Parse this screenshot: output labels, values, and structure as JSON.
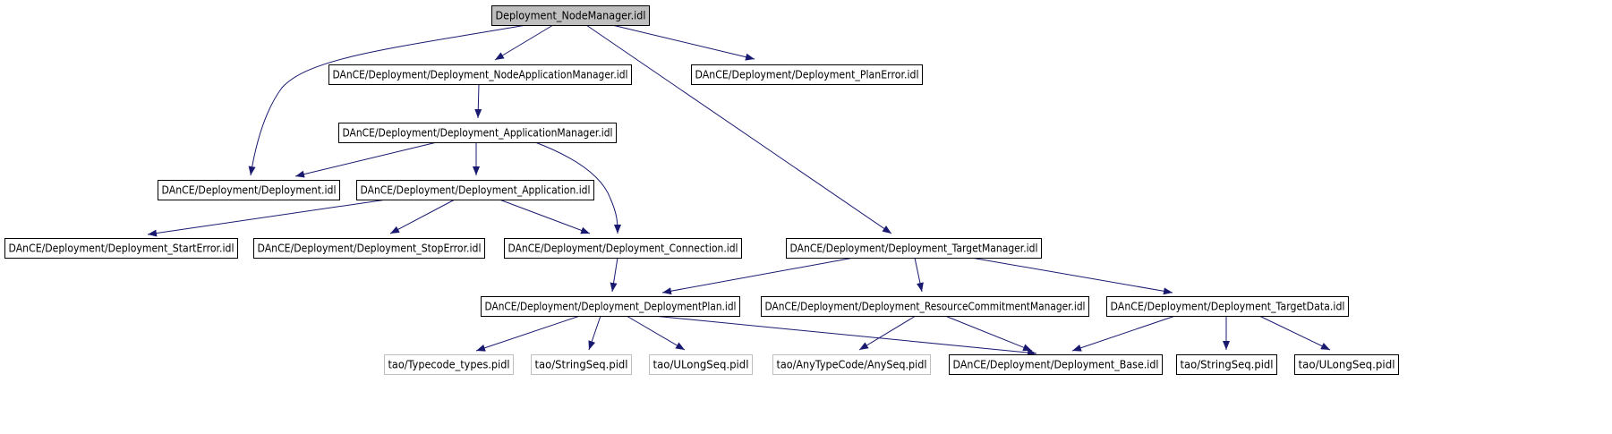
{
  "colors": {
    "edge": "#191970",
    "node_border": "#000000",
    "root_fill": "#bfbfbf",
    "node_fill": "#ffffff",
    "external_border": "#bfbfbf"
  },
  "nodes": [
    {
      "id": "n0",
      "label": "Deployment_NodeManager.idl",
      "style": "root"
    },
    {
      "id": "n1",
      "label": "DAnCE/Deployment/Deployment_NodeApplicationManager.idl",
      "style": "normal"
    },
    {
      "id": "n2",
      "label": "DAnCE/Deployment/Deployment_PlanError.idl",
      "style": "normal"
    },
    {
      "id": "n3",
      "label": "DAnCE/Deployment/Deployment_ApplicationManager.idl",
      "style": "normal"
    },
    {
      "id": "n4",
      "label": "DAnCE/Deployment/Deployment.idl",
      "style": "normal"
    },
    {
      "id": "n5",
      "label": "DAnCE/Deployment/Deployment_Application.idl",
      "style": "normal"
    },
    {
      "id": "n6",
      "label": "DAnCE/Deployment/Deployment_StartError.idl",
      "style": "normal"
    },
    {
      "id": "n7",
      "label": "DAnCE/Deployment/Deployment_StopError.idl",
      "style": "normal"
    },
    {
      "id": "n8",
      "label": "DAnCE/Deployment/Deployment_Connection.idl",
      "style": "normal"
    },
    {
      "id": "n9",
      "label": "DAnCE/Deployment/Deployment_TargetManager.idl",
      "style": "normal"
    },
    {
      "id": "n10",
      "label": "DAnCE/Deployment/Deployment_DeploymentPlan.idl",
      "style": "normal"
    },
    {
      "id": "n11",
      "label": "DAnCE/Deployment/Deployment_ResourceCommitmentManager.idl",
      "style": "normal"
    },
    {
      "id": "n12",
      "label": "DAnCE/Deployment/Deployment_TargetData.idl",
      "style": "normal"
    },
    {
      "id": "n13",
      "label": "tao/Typecode_types.pidl",
      "style": "external"
    },
    {
      "id": "n14",
      "label": "tao/StringSeq.pidl",
      "style": "external"
    },
    {
      "id": "n15",
      "label": "tao/ULongSeq.pidl",
      "style": "external"
    },
    {
      "id": "n16",
      "label": "tao/AnyTypeCode/AnySeq.pidl",
      "style": "external"
    },
    {
      "id": "n17",
      "label": "DAnCE/Deployment/Deployment_Base.idl",
      "style": "normal"
    },
    {
      "id": "n18",
      "label": "tao/StringSeq.pidl",
      "style": "normal"
    },
    {
      "id": "n19",
      "label": "tao/ULongSeq.pidl",
      "style": "normal"
    }
  ],
  "edges": [
    [
      "n0",
      "n1"
    ],
    [
      "n0",
      "n2"
    ],
    [
      "n0",
      "n4"
    ],
    [
      "n0",
      "n9"
    ],
    [
      "n1",
      "n3"
    ],
    [
      "n3",
      "n4"
    ],
    [
      "n3",
      "n5"
    ],
    [
      "n3",
      "n8"
    ],
    [
      "n5",
      "n6"
    ],
    [
      "n5",
      "n7"
    ],
    [
      "n5",
      "n8"
    ],
    [
      "n8",
      "n10"
    ],
    [
      "n9",
      "n10"
    ],
    [
      "n9",
      "n11"
    ],
    [
      "n9",
      "n12"
    ],
    [
      "n10",
      "n13"
    ],
    [
      "n10",
      "n14"
    ],
    [
      "n10",
      "n15"
    ],
    [
      "n10",
      "n17"
    ],
    [
      "n11",
      "n16"
    ],
    [
      "n11",
      "n17"
    ],
    [
      "n12",
      "n17"
    ],
    [
      "n12",
      "n18"
    ],
    [
      "n12",
      "n19"
    ]
  ]
}
